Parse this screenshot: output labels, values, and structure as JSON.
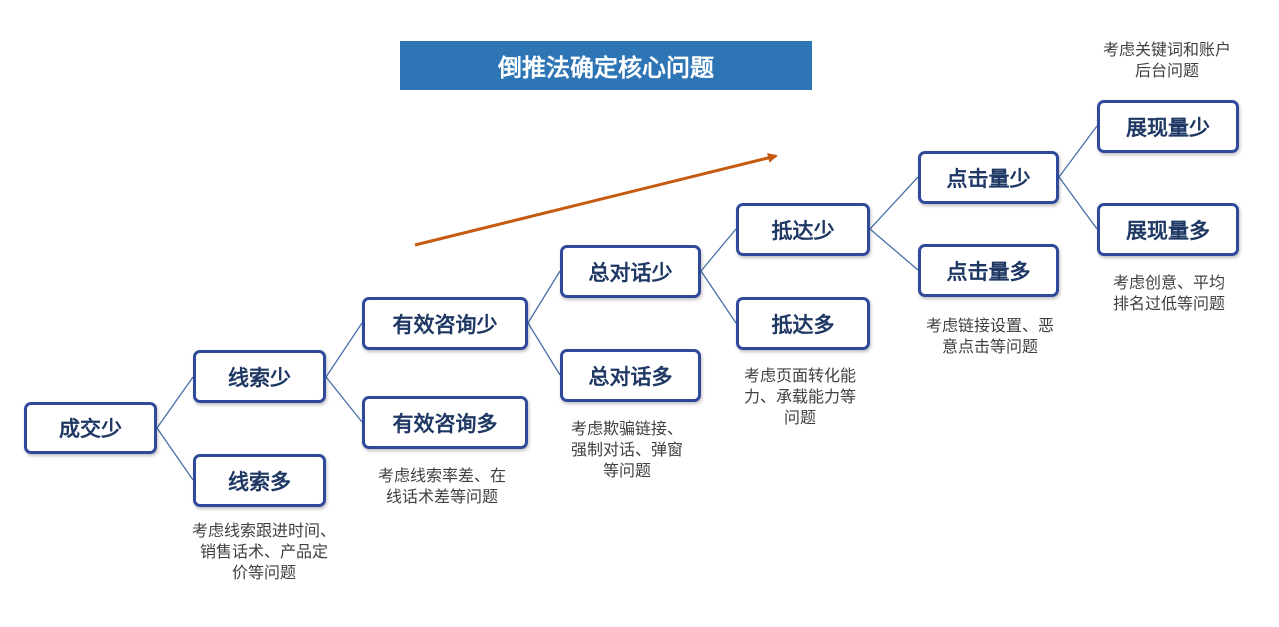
{
  "title": "倒推法确定核心问题",
  "nodes": {
    "chengjiao_shao": "成交少",
    "xiansuo_shao": "线索少",
    "xiansuo_duo": "线索多",
    "youxiao_shao": "有效咨询少",
    "youxiao_duo": "有效咨询多",
    "duihua_shao": "总对话少",
    "duihua_duo": "总对话多",
    "dida_shao": "抵达少",
    "dida_duo": "抵达多",
    "dianji_shao": "点击量少",
    "dianji_duo": "点击量多",
    "zhanxian_shao": "展现量少",
    "zhanxian_duo": "展现量多"
  },
  "notes": {
    "xiansuo_duo": "考虑线索跟进时间、\n销售话术、产品定\n价等问题",
    "youxiao_duo": "考虑线索率差、在\n线话术差等问题",
    "duihua_duo": "考虑欺骗链接、\n强制对话、弹窗\n等问题",
    "dida_duo": "考虑页面转化能\n力、承载能力等\n问题",
    "dianji_duo": "考虑链接设置、恶\n意点击等问题",
    "zhanxian_duo": "考虑创意、平均\n排名过低等问题",
    "zhanxian_shao": "考虑关键词和账户\n后台问题"
  },
  "colors": {
    "title_bg": "#2e75b6",
    "node_border": "#2f4a9a",
    "node_text": "#1f3864",
    "connector": "#4a6fa8",
    "arrow": "#c55a11"
  }
}
